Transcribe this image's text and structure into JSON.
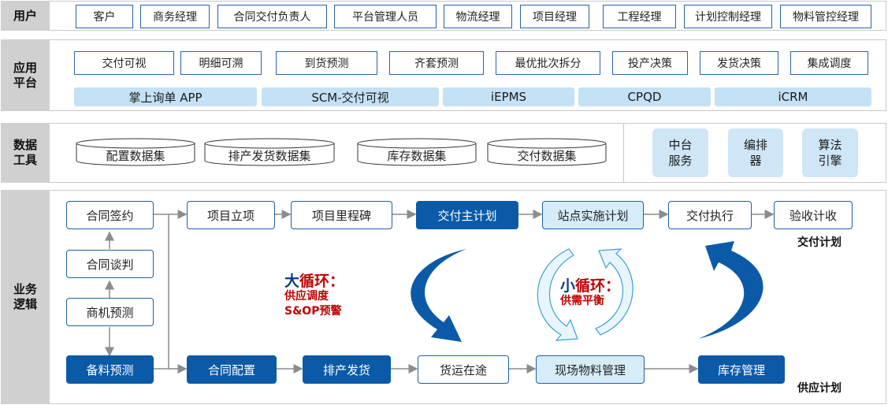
{
  "bands": {
    "users": "用户",
    "app_platform": "应用\n平台",
    "data_tools": "数据\n工具",
    "business_logic": "业务\n逻辑"
  },
  "users": [
    "客户",
    "商务经理",
    "合同交付负责人",
    "平台管理人员",
    "物流经理",
    "项目经理",
    "工程经理",
    "计划控制经理",
    "物料管控经理"
  ],
  "apps": [
    "交付可视",
    "明细可溯",
    "到货预测",
    "齐套预测",
    "最优批次拆分",
    "投产决策",
    "发货决策",
    "集成调度"
  ],
  "platforms": [
    "掌上询单 APP",
    "SCM-交付可视",
    "iEPMS",
    "CPQD",
    "iCRM"
  ],
  "datasets": [
    "配置数据集",
    "排产发货数据集",
    "库存数据集",
    "交付数据集"
  ],
  "services": [
    "中台\n服务",
    "编排\n器",
    "算法\n引擎"
  ],
  "logic": {
    "left_column": [
      "合同签约",
      "合同谈判",
      "商机预测",
      "备料预测"
    ],
    "top_flow": [
      "项目立项",
      "项目里程碑",
      "交付主计划",
      "站点实施计划",
      "交付执行",
      "验收计收"
    ],
    "bottom_flow": [
      "合同配置",
      "排产发货",
      "货运在途",
      "现场物料管理",
      "库存管理"
    ],
    "big_loop": {
      "big": "大",
      "rest": "循环：",
      "line1": "供应调度",
      "line2": "S&OP预警"
    },
    "small_loop": {
      "big": "小",
      "rest": "循环：",
      "line1": "供需平衡"
    },
    "delivery_plan_label": "交付计划",
    "supply_plan_label": "供应计划"
  },
  "colors": {
    "dark_blue": "#0b5aa8",
    "light_blue": "#c5e1f5",
    "accent_red": "#c00000",
    "label_gray": "#d0d0d0"
  }
}
